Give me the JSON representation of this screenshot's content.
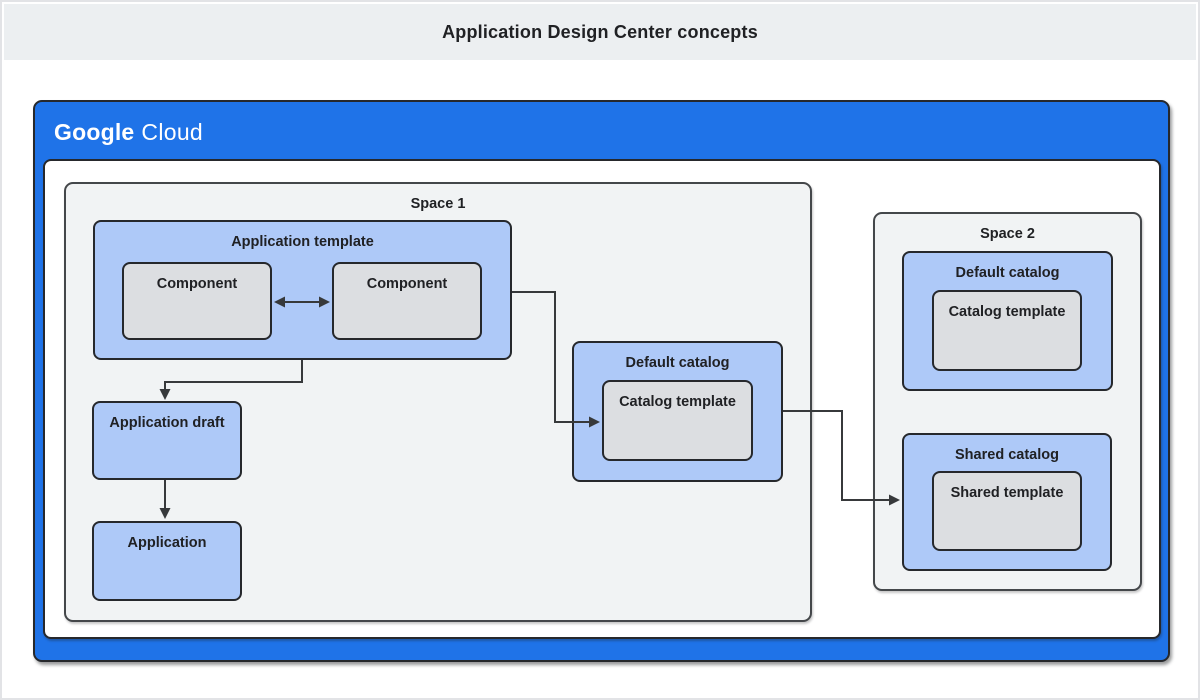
{
  "header": {
    "title": "Application Design Center concepts"
  },
  "brand": {
    "google": "Google",
    "cloud": "Cloud"
  },
  "colors": {
    "banner_bg": "#eceff1",
    "frame_blue": "#1f73e8",
    "node_blue": "#aec9f8",
    "node_gray": "#dcdee1",
    "space_bg": "#f1f3f4",
    "line_dark": "#37393b",
    "text_dark": "#202124",
    "logo_text": "#ffffff"
  },
  "diagram": {
    "space1": {
      "label": "Space 1",
      "application_template": {
        "label": "Application template",
        "components": [
          "Component",
          "Component"
        ]
      },
      "application_draft": {
        "label": "Application draft"
      },
      "application": {
        "label": "Application"
      },
      "default_catalog": {
        "label": "Default catalog",
        "catalog_template": {
          "label": "Catalog template"
        }
      }
    },
    "space2": {
      "label": "Space 2",
      "default_catalog": {
        "label": "Default catalog",
        "catalog_template": {
          "label": "Catalog template"
        }
      },
      "shared_catalog": {
        "label": "Shared catalog",
        "shared_template": {
          "label": "Shared template"
        }
      }
    },
    "connectors": [
      {
        "from": "component-1",
        "to": "component-2",
        "style": "double-arrow"
      },
      {
        "from": "application-template",
        "to": "application-draft",
        "style": "arrow"
      },
      {
        "from": "application-draft",
        "to": "application",
        "style": "arrow"
      },
      {
        "from": "application-template",
        "to": "space1-catalog-template",
        "style": "arrow"
      },
      {
        "from": "space1-default-catalog",
        "to": "space2-shared-catalog",
        "style": "arrow"
      }
    ]
  }
}
